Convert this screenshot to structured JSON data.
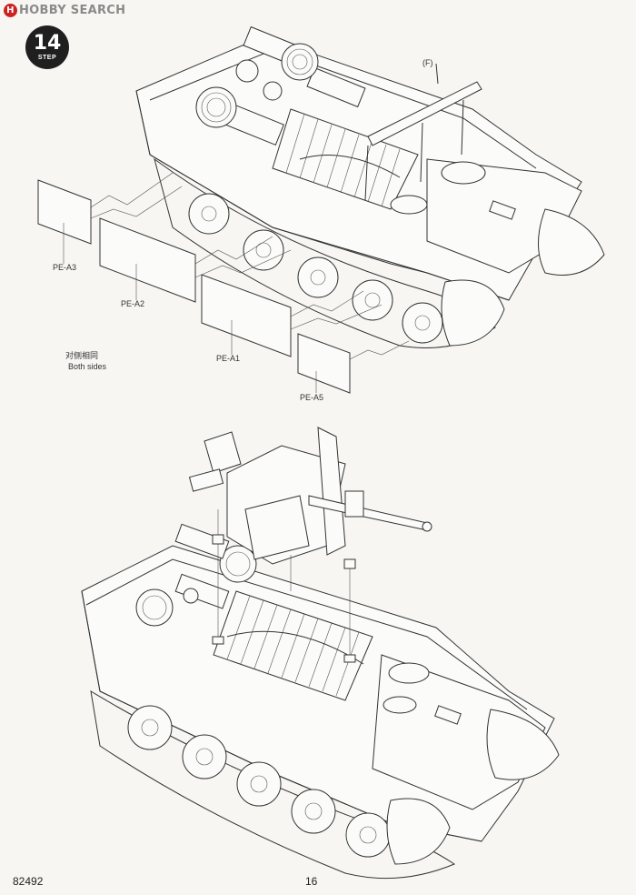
{
  "watermark": {
    "logo_glyph": "H",
    "text": "HOBBY SEARCH"
  },
  "step": {
    "number": "14",
    "label": "STEP"
  },
  "top_assembly": {
    "part_label_f": "(F)",
    "pe_labels": [
      "PE-A3",
      "PE-A2",
      "PE-A1",
      "PE-A5"
    ],
    "both_sides_cn": "对侧相同",
    "both_sides_en": "Both sides"
  },
  "footer": {
    "kit_number": "82492",
    "page_number": "16"
  }
}
